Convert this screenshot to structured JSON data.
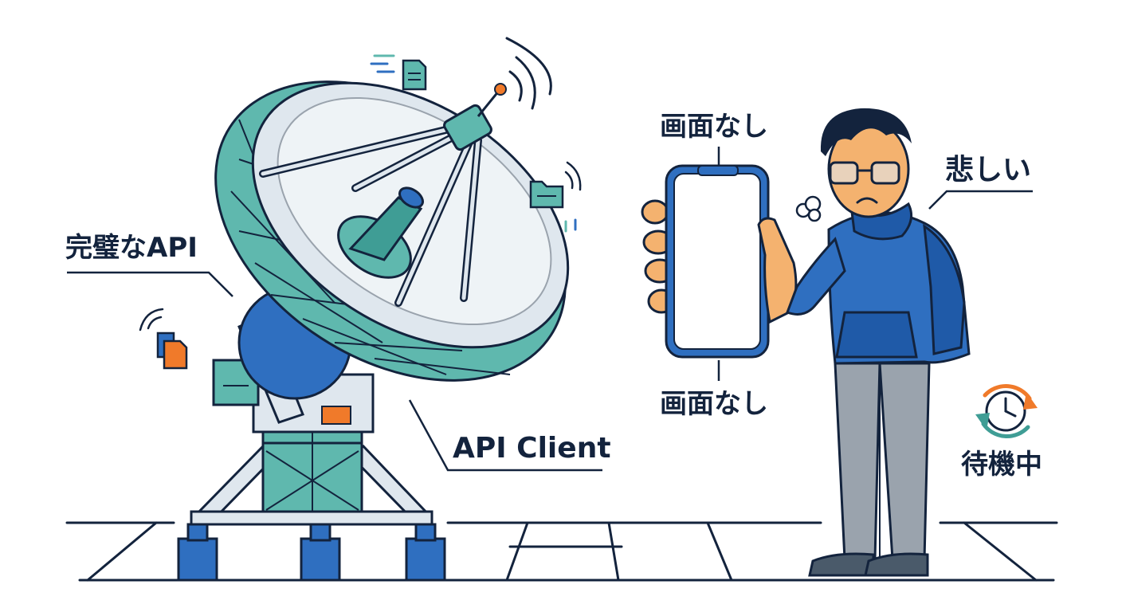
{
  "labels": {
    "perfect_api": "完璧なAPI",
    "api_client": "API Client",
    "no_screen_top": "画面なし",
    "no_screen_bottom": "画面なし",
    "sad": "悲しい",
    "waiting": "待機中"
  },
  "icons": {
    "dish": "satellite-dish-icon",
    "phone": "blank-smartphone-icon",
    "person": "sad-person-icon",
    "waiting": "refresh-clock-icon",
    "file": "document-signal-icon",
    "folder": "folder-signal-icon"
  },
  "colors": {
    "outline": "#13233d",
    "teal": "#5fb8ae",
    "teal_dark": "#3f9d95",
    "blue": "#2f6fc0",
    "blue_dark": "#1f5aa8",
    "orange": "#f07a2a",
    "gray": "#9aa3ad",
    "light": "#dfe7ee",
    "skin": "#f4b26f"
  }
}
